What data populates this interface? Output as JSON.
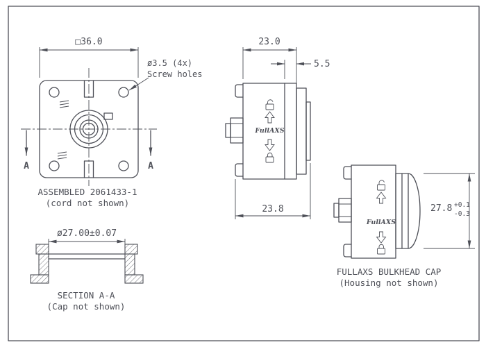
{
  "colors": {
    "line": "#4d4f57",
    "background": "#ffffff"
  },
  "views": {
    "assembled": {
      "dim_square": "□36.0",
      "note_line1": "ø3.5 (4x)",
      "note_line2": "Screw holes",
      "section_letter_left": "A",
      "section_letter_right": "A",
      "caption1": "ASSEMBLED 2061433-1",
      "caption2": "(cord not shown)"
    },
    "housing_side": {
      "dim_top": "23.0",
      "dim_flange": "5.5",
      "dim_bottom": "23.8",
      "brand": "FullAXS"
    },
    "bulkhead_cap": {
      "dim_height": "27.8",
      "tol_upper": "+0.1",
      "tol_lower": "-0.3",
      "brand": "FullAXS",
      "caption1": "FULLAXS BULKHEAD CAP",
      "caption2": "(Housing not shown)"
    },
    "section_aa": {
      "dim_diameter": "ø27.00±0.07",
      "caption1": "SECTION A-A",
      "caption2": "(Cap not shown)"
    }
  }
}
